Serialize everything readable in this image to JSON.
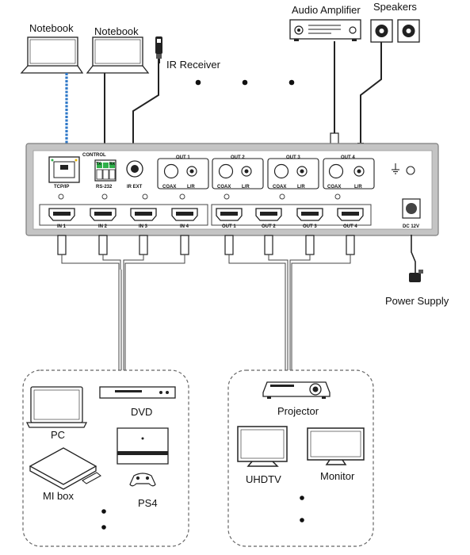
{
  "devices": {
    "notebook_1": "Notebook",
    "notebook_2": "Notebook",
    "ir_receiver": "IR Receiver",
    "audio_amplifier": "Audio Amplifier",
    "speakers": "Speakers",
    "power_supply": "Power Supply",
    "pc": "PC",
    "dvd": "DVD",
    "mi_box": "MI box",
    "ps4": "PS4",
    "projector": "Projector",
    "uhdtv": "UHDTV",
    "monitor": "Monitor"
  },
  "matrix": {
    "control_label": "CONTROL",
    "tx_label": "TX",
    "rx_label": "RX",
    "tcpip_label": "TCP/IP",
    "rs232_label": "RS-232",
    "ir_ext_label": "IR EXT",
    "dc_label": "DC 12V",
    "audio_outputs": [
      {
        "title": "OUT 1",
        "coax": "COAX",
        "lr": "L/R"
      },
      {
        "title": "OUT 2",
        "coax": "COAX",
        "lr": "L/R"
      },
      {
        "title": "OUT 3",
        "coax": "COAX",
        "lr": "L/R"
      },
      {
        "title": "OUT 4",
        "coax": "COAX",
        "lr": "L/R"
      }
    ],
    "hdmi_inputs": [
      "IN 1",
      "IN 2",
      "IN 3",
      "IN 4"
    ],
    "hdmi_outputs": [
      "OUT 1",
      "OUT 2",
      "OUT 3",
      "OUT 4"
    ]
  },
  "colors": {
    "ethernet_cable": "#2e78c8",
    "terminal_green": "#2fb04a",
    "panel_gray": "#8f8f8f"
  }
}
